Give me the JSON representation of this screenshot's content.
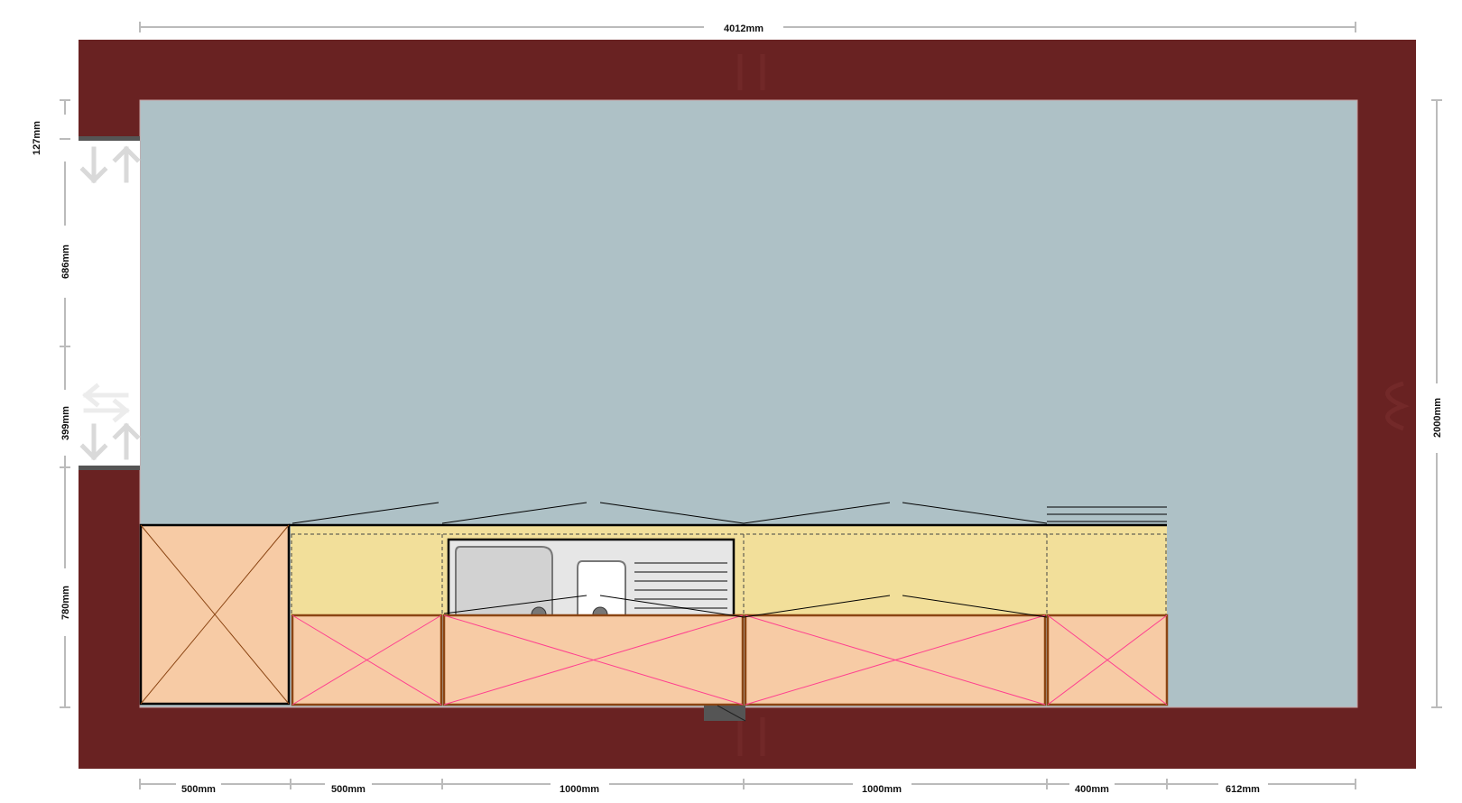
{
  "plan": {
    "colors": {
      "wall": "#692222",
      "floor": "#aec1c6",
      "worktop": "#f2df9a",
      "cabinet": "#f7cba5",
      "cabinet_outline": "#8b4513",
      "cabinet_cross": "#ff3f8f",
      "tall_unit_cross": "#a0522d",
      "dimension_line": "#bbbbbb",
      "sink": "#e6e6e6"
    },
    "dimensions": {
      "top_width": "4012mm",
      "right_height": "2000mm",
      "left_segments": [
        "127mm",
        "686mm",
        "399mm",
        "780mm"
      ],
      "bottom_segments": [
        "500mm",
        "500mm",
        "1000mm",
        "1000mm",
        "400mm",
        "612mm"
      ]
    },
    "units": [
      {
        "type": "tall-unit",
        "width_mm": 500
      },
      {
        "type": "base-unit",
        "width_mm": 500
      },
      {
        "type": "sink-base-unit",
        "width_mm": 1000
      },
      {
        "type": "base-unit",
        "width_mm": 1000
      },
      {
        "type": "drawer-unit",
        "width_mm": 400
      }
    ],
    "icons": [
      "door-swing-arrows-icon",
      "sink-icon",
      "radiator-icon"
    ]
  }
}
